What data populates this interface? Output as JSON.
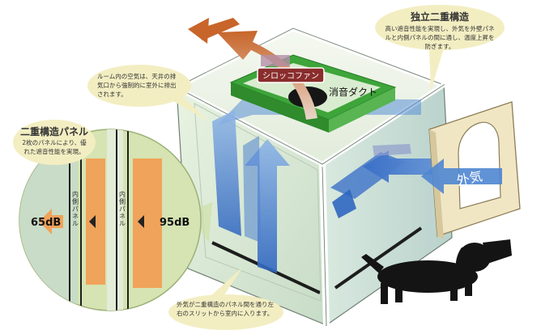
{
  "callouts": {
    "structure_title": "独立二重構造",
    "structure_text": "高い遮音性能を実現し、外気を外壁パネルと内側パネルの間に通し、温度上昇を防ぎます。",
    "room_air_text": "ルーム内の空気は、天井の排気口から強制的に室外に排出されます。",
    "panel_title": "二重構造パネル",
    "panel_text": "2枚のパネルにより、優れた遮音性能を実現。",
    "slit_text": "外気が二重構造のパネル間を通り左右のスリットから室内に入ります。"
  },
  "labels": {
    "sirocco_fan": "シロッコファン",
    "silencer_duct": "消音ダクト",
    "outside_air": "外気"
  },
  "panel_detail": {
    "db_inside": "65dB",
    "db_outside": "95dB",
    "inner_panel_label": "内側パネル"
  },
  "colors": {
    "exhaust_arrow": "#c8652a",
    "air_arrow": "#3f78c8",
    "duct_green": "#3ea53a",
    "panel_orange": "#f0a35a",
    "bubble_fill": "#f3eec2"
  }
}
